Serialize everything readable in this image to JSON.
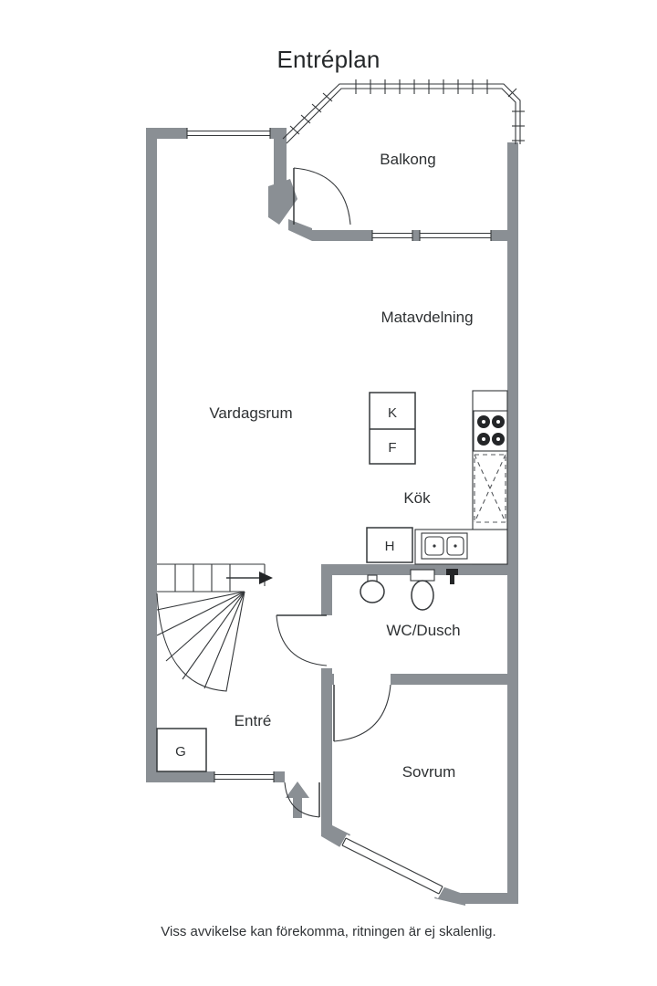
{
  "title": "Entréplan",
  "footer": "Viss avvikelse kan förekomma, ritningen är ej skalenlig.",
  "rooms": {
    "balkong": "Balkong",
    "matavdelning": "Matavdelning",
    "vardagsrum": "Vardagsrum",
    "kok": "Kök",
    "wc_dusch": "WC/Dusch",
    "entre": "Entré",
    "sovrum": "Sovrum"
  },
  "labels": {
    "kyl": "K",
    "frys": "F",
    "h": "H",
    "garderob": "G"
  },
  "colors": {
    "wall": "#8a8f94",
    "line": "#35383b",
    "text": "#2e3133",
    "background": "#ffffff"
  }
}
